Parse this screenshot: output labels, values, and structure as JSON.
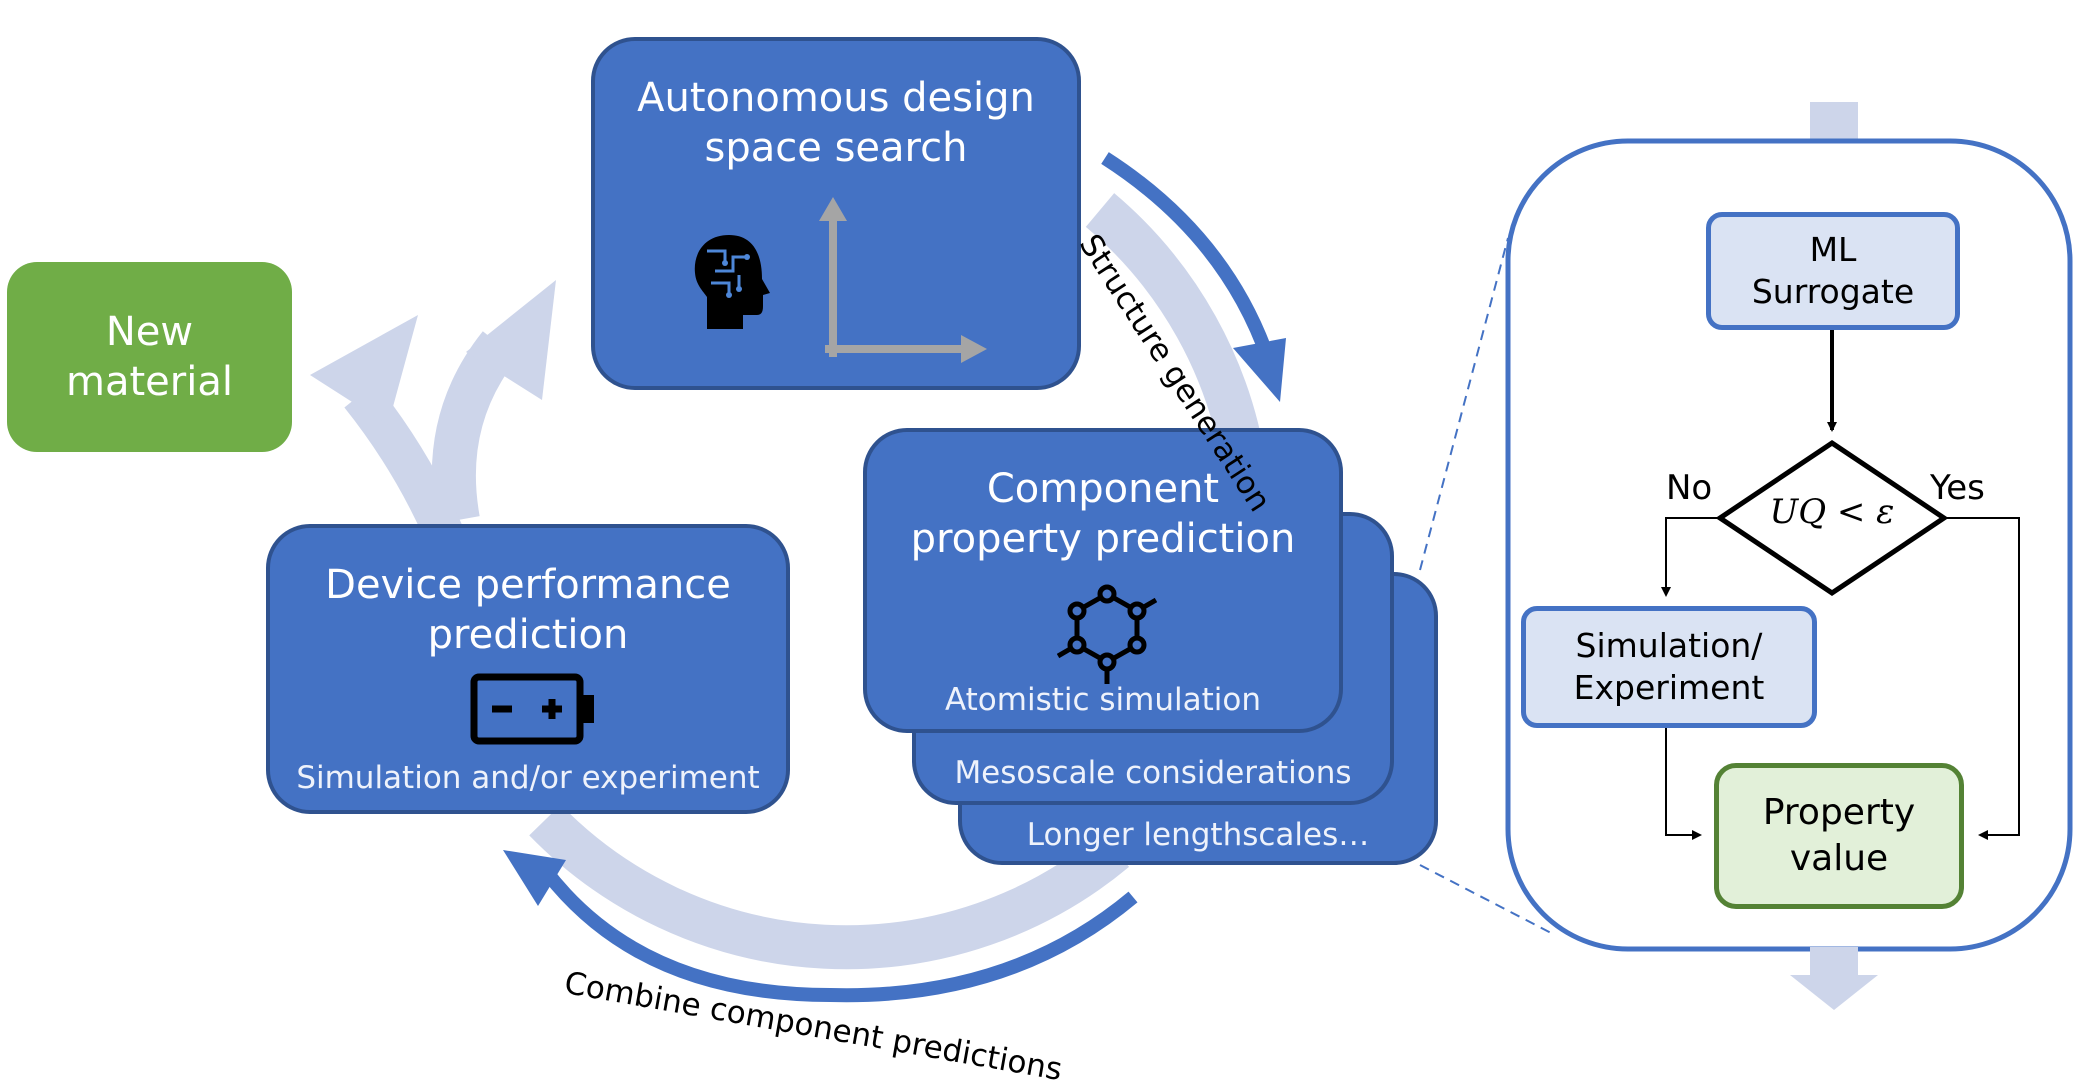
{
  "new_material": "New\nmaterial",
  "design_search": {
    "title": "Autonomous design\nspace search"
  },
  "component": {
    "title": "Component\nproperty prediction",
    "layers": [
      "Atomistic simulation",
      "Mesoscale considerations",
      "Longer lengthscales…"
    ]
  },
  "device": {
    "title": "Device performance\nprediction",
    "subtitle": "Simulation and/or experiment"
  },
  "arrows": {
    "structure_generation": "Structure generation",
    "combine": "Combine component predictions"
  },
  "flow": {
    "surrogate": "ML\nSurrogate",
    "condition": "UQ < ε",
    "no": "No",
    "yes": "Yes",
    "simulation": "Simulation/\nExperiment",
    "property": "Property\nvalue"
  },
  "colors": {
    "box_blue": "#4472c4",
    "box_border": "#2f528f",
    "cycle_light": "#cdd5ea",
    "green": "#70ad47"
  },
  "icons": [
    "brain-icon",
    "axes-icon",
    "molecule-icon",
    "battery-icon"
  ]
}
